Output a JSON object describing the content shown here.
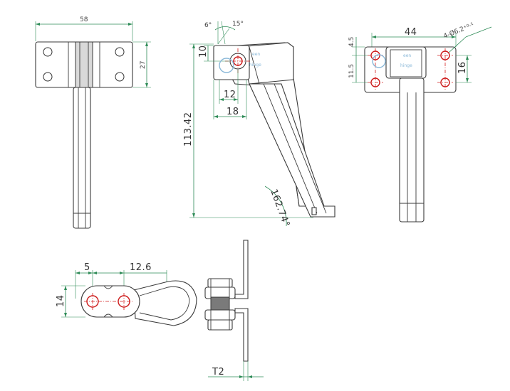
{
  "views": {
    "front": {
      "width_label": "58",
      "height_label": "27"
    },
    "side": {
      "angle_small": "6°",
      "angle_large": "15°",
      "dim_10": "10",
      "dim_12": "12",
      "dim_18": "18",
      "height_label": "113.42",
      "angle_bend": "162.74°"
    },
    "right": {
      "width_label": "44",
      "dim_4_5": "4.5",
      "dim_11_5": "11.5",
      "dim_16": "16",
      "holes_note": "4-Ø6.2⁺⁰·¹"
    },
    "bottom": {
      "dim_5": "5",
      "dim_12_6": "12.6",
      "dim_14": "14",
      "dim_t2": "T2"
    }
  },
  "watermark": {
    "line1": "een",
    "line2": "hinge"
  },
  "colors": {
    "dimension": "#2e8b57",
    "centerline": "#d42020",
    "outline": "#3a3a3a"
  }
}
